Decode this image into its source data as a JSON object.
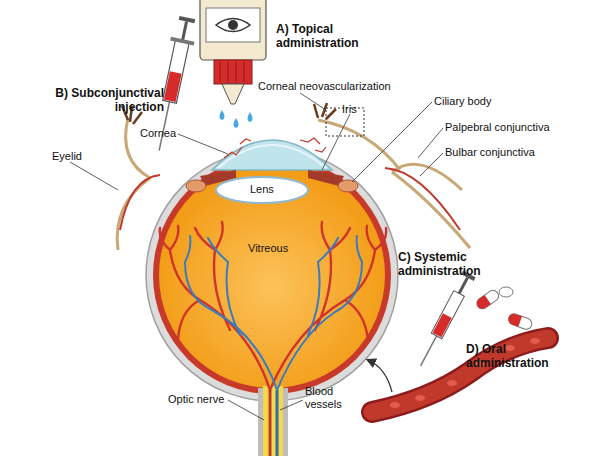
{
  "diagram": {
    "labels": [
      "A) Topical administration",
      "B) Subconjunctival injection",
      "Corneal neovascularization",
      "Cornea",
      "Iris",
      "Ciliary body",
      "Palpebral conjunctiva",
      "Bulbar conjunctiva",
      "Eyelid",
      "Lens",
      "Vitreous",
      "C) Systemic administration",
      "D) Oral administration",
      "Optic nerve",
      "Blood vessels"
    ]
  }
}
